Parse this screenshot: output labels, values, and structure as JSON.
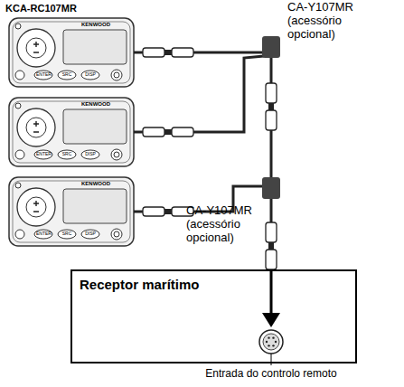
{
  "diagram": {
    "nodes": [
      {
        "text": [
          "Receptor marítimo"
        ]
      }
    ],
    "labels": [
      "KCA-RC107MR",
      "CA-Y107MR (acessório opcional)",
      "CA-Y107MR (acessório opcional)",
      "Entrada do controlo remoto",
      "KENWOOD",
      "ENTER",
      "SRC",
      "DISP",
      "KENWOOD",
      "ENTER",
      "SRC",
      "DISP",
      "KENWOOD",
      "ENTER",
      "SRC",
      "DISP"
    ]
  }
}
